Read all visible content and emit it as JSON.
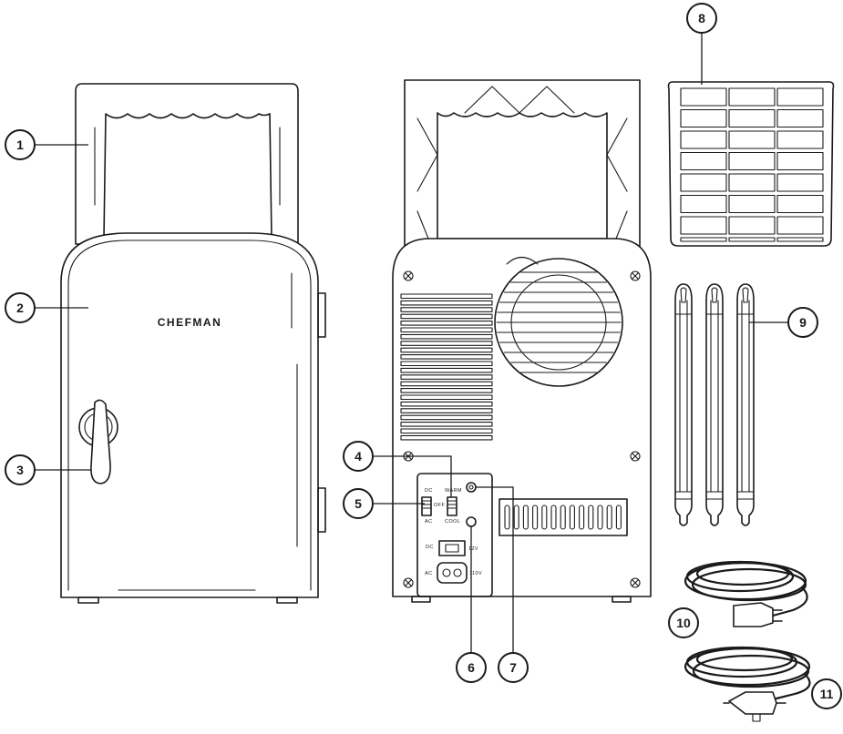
{
  "brand_label": "CHEFMAN",
  "switch_labels": {
    "top_left": "DC",
    "top_right": "WARM",
    "middle": "OFF",
    "bottom_left": "AC",
    "bottom_right": "COOL"
  },
  "port_labels": {
    "dc": "DC",
    "dc_voltage": "12V",
    "ac": "AC",
    "ac_voltage": "110V"
  },
  "callouts": [
    {
      "number": "1"
    },
    {
      "number": "2"
    },
    {
      "number": "3"
    },
    {
      "number": "4"
    },
    {
      "number": "5"
    },
    {
      "number": "6"
    },
    {
      "number": "7"
    },
    {
      "number": "8"
    },
    {
      "number": "9"
    },
    {
      "number": "10"
    },
    {
      "number": "11"
    }
  ],
  "colors": {
    "line": "#1a1a1a",
    "background": "#ffffff"
  }
}
